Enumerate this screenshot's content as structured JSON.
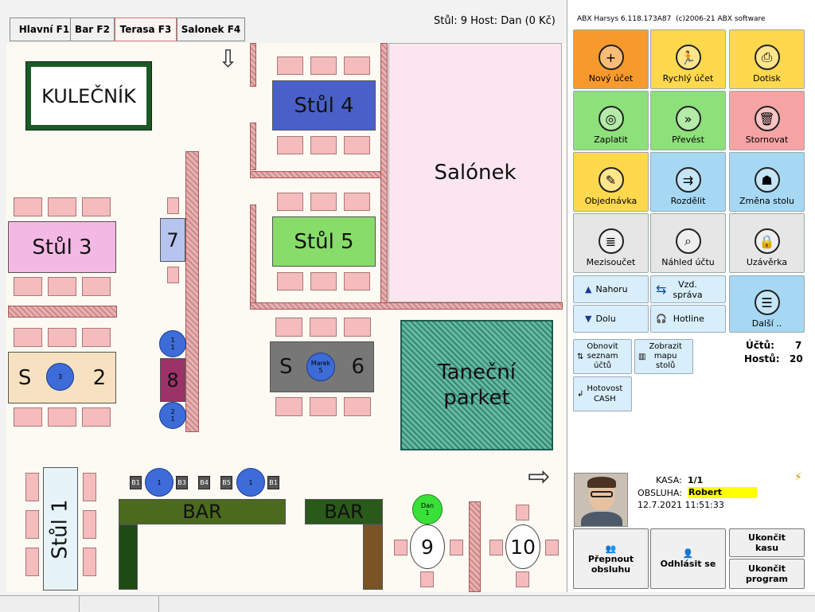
{
  "tabs": [
    "Hlavní F1",
    "Bar F2",
    "Terasa F3",
    "Salonek F4"
  ],
  "header": {
    "status": "Stůl: 9 Host: Dan (0 Kč)",
    "app": "ABX Harsys 6.118.173A87",
    "copyright": "(c)2006-21 ABX software"
  },
  "floor": {
    "kulecnik": "KULEČNÍK",
    "salonek": "Salónek",
    "taneci": "Taneční parket",
    "t4": "Stůl 4",
    "t5": "Stůl 5",
    "t3": "Stůl 3",
    "t7": "7",
    "t8": "8",
    "s2_left": "S",
    "s2_right": "2",
    "s6_left": "S",
    "s6_right": "6",
    "t1": "Stůl 1",
    "bar1": "BAR",
    "bar2": "BAR",
    "t9": "9",
    "t10": "10",
    "seat_3": "3",
    "seat_marek": "Marek",
    "seat_marek_n": "5",
    "seat_8a_1": "1",
    "seat_8a_2": "1",
    "seat_8b_1": "2",
    "seat_8b_2": "1",
    "bar_seat1": "1",
    "bar_seat2": "1",
    "dan": "Dan",
    "dan_n": "1",
    "stools": [
      "B1",
      "B3",
      "B4",
      "B5",
      "B1"
    ]
  },
  "buttons": {
    "new": "Nový účet",
    "quick": "Rychlý účet",
    "reprint": "Dotisk",
    "pay": "Zaplatit",
    "transfer": "Převést",
    "cancel": "Stornovat",
    "order": "Objednávka",
    "split": "Rozdělit",
    "change": "Změna stolu",
    "subtotal": "Mezisoučet",
    "preview": "Náhled účtu",
    "close": "Uzávěrka",
    "up": "Nahoru",
    "down": "Dolu",
    "remote1": "Vzd.",
    "remote2": "správa",
    "hotline": "Hotline",
    "more": "Další ..",
    "refresh1": "Obnovit",
    "refresh2": "seznam",
    "refresh3": "účtů",
    "map1": "Zobrazit",
    "map2": "mapu",
    "map3": "stolů",
    "cash1": "Hotovost",
    "cash2": "CASH"
  },
  "stats": {
    "ucty_label": "Účtů:",
    "ucty": "7",
    "hoste_label": "Hostů:",
    "hoste": "20"
  },
  "user": {
    "kasa_label": "KASA:",
    "kasa": "1/1",
    "obsluha_label": "OBSLUHA:",
    "obsluha": "Robert",
    "datetime": "12.7.2021 11:51:33"
  },
  "bottom": {
    "switch1": "Přepnout",
    "switch2": "obsluhu",
    "logout": "Odhlásit se",
    "endkasa1": "Ukončit",
    "endkasa2": "kasu",
    "endprog1": "Ukončit",
    "endprog2": "program"
  },
  "colors": {
    "orange": "#f79a2e",
    "green": "#8ee07a",
    "red": "#f6a3a3",
    "yellow": "#ffd84e",
    "blue": "#a6d8f4",
    "gray": "#e6e6e6"
  }
}
